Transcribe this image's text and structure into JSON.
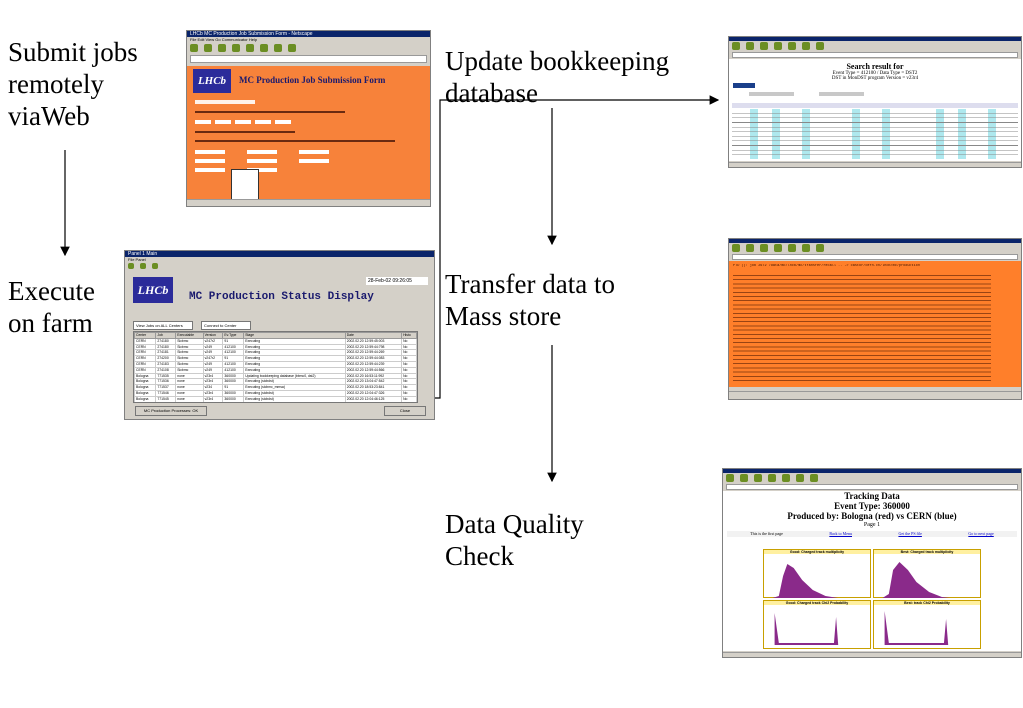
{
  "labels": {
    "submit": [
      "Submit jobs",
      "remotely",
      "viaWeb"
    ],
    "execute": [
      "Execute",
      "on farm"
    ],
    "update": [
      "Update bookkeeping",
      "database"
    ],
    "transfer": [
      "Transfer data to",
      "Mass store"
    ],
    "quality": [
      "Data Quality",
      "Check"
    ]
  },
  "submission": {
    "window_title": "LHCb MC Production Job Submission Form - Netscape",
    "logo": "LHCb",
    "heading": "MC Production Job Submission Form",
    "menu": "File  Edit  View  Go  Communicator  Help"
  },
  "status_display": {
    "window_title": "Panel 1 Main",
    "logo": "LHCb",
    "heading": "MC Production Status Display",
    "date": "28-Feb-02",
    "time": "09:26:05",
    "view_select": "View Jobs on ALL Centers",
    "connect_select": "Connect to Center",
    "columns": [
      "Center",
      "Job",
      "Executable",
      "Version",
      "Ev.Type",
      "Stage",
      "Date",
      "Histo"
    ],
    "rows": [
      [
        "CERN",
        "274180",
        "Sicbmc",
        "v247r2",
        "91",
        "Executing",
        "2002.02.20 12:59:45:003",
        "No"
      ],
      [
        "CERN",
        "274180",
        "Sicbmc",
        "v249",
        "412100",
        "Executing",
        "2002.02.20 12:59:44:798",
        "No"
      ],
      [
        "CERN",
        "274181",
        "Sicbmc",
        "v249",
        "412100",
        "Executing",
        "2002.02.20 12:59:44:269",
        "No"
      ],
      [
        "CERN",
        "274200",
        "Sicbmc",
        "v247r2",
        "91",
        "Executing",
        "2002.02.20 12:59:44:083",
        "No"
      ],
      [
        "CERN",
        "274183",
        "Sicbmc",
        "v249",
        "412100",
        "Executing",
        "2002.02.20 12:59:44:239",
        "No"
      ],
      [
        "CERN",
        "274108",
        "Sicbmc",
        "v249",
        "412100",
        "Executing",
        "2002.02.20 12:59:44:566",
        "No"
      ],
      [
        "Bologna",
        "771535",
        "none",
        "v23r4",
        "360000",
        "Updating bookkeeping database (bbmc0, dst2)",
        "2002.02.20 16:53:11:992",
        "No"
      ],
      [
        "Bologna",
        "771536",
        "none",
        "v23r4",
        "360000",
        "Executing (sicbdst)",
        "2002.02.20 13:04:47:542",
        "No"
      ],
      [
        "Bologna",
        "771537",
        "none",
        "v234",
        "91",
        "Executing (sicbmc_mmsa)",
        "2002.02.20 18:53:23:841",
        "No"
      ],
      [
        "Bologna",
        "771546",
        "none",
        "v23r4",
        "360000",
        "Executing (sicbdst)",
        "2002.02.20 12:04:47:326",
        "No"
      ],
      [
        "Bologna",
        "771545",
        "none",
        "v23r4",
        "360000",
        "Executing (sicbdst)",
        "2002.02.20 12:04:46:125",
        "No"
      ]
    ],
    "left_button": "MC Production Processes: OK",
    "close_button": "Close"
  },
  "bookkeeping": {
    "heading": "Search result for",
    "sub1": "Event Type = 412100 / Data Type = DST2",
    "sub2": "DST in MonDST program Version = v23r4"
  },
  "transfer": {
    "first_line": "PTD (): job 2672 /data/mc/lhcb/mc/transfer/recall .. -> castor/cern.ch/lhcb/mc/production"
  },
  "quality": {
    "title": "Tracking Data",
    "event_type": "Event Type: 360000",
    "produced": "Produced by: Bologna (red) vs CERN (blue)",
    "page": "Page 1",
    "nav": [
      "This is the first page",
      "Back to Menu",
      "Get the PS file",
      "Go to next page"
    ],
    "plots": [
      "Good: Charged track multiplicity",
      "Best: Charged track multiplicity",
      "Good: Charged track Chi2 Probability",
      "Best: track Chi2 Probability"
    ]
  },
  "colors": {
    "form_orange": "#f7823a",
    "log_orange": "#ff7f2a",
    "hist_purple": "#8a2a8a",
    "arrow": "#000000"
  }
}
